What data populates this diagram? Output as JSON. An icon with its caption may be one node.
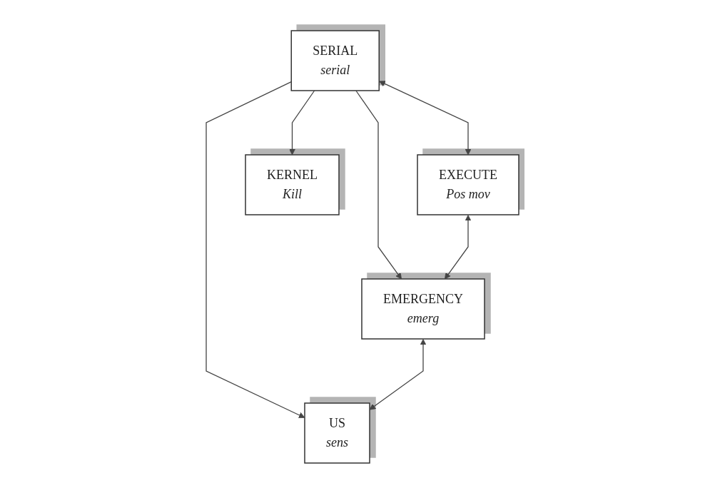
{
  "diagram": {
    "nodes": [
      {
        "text": [
          "SERIAL",
          "serial"
        ]
      },
      {
        "text": [
          "EXECUTE",
          "Pos mov"
        ]
      },
      {
        "text": [
          "KERNEL",
          "Kill"
        ]
      },
      {
        "text": [
          "US",
          "sens"
        ]
      },
      {
        "text": [
          "EMERGENCY",
          "emerg"
        ]
      }
    ],
    "edges": [
      {
        "from": 0,
        "to": 1,
        "arrow": "both"
      },
      {
        "from": 0,
        "to": 2,
        "arrow": "to"
      },
      {
        "from": 0,
        "to": 4,
        "arrow": "to"
      },
      {
        "from": 0,
        "to": 3,
        "arrow": "to"
      },
      {
        "from": 1,
        "to": 4,
        "arrow": "both"
      },
      {
        "from": 4,
        "to": 3,
        "arrow": "both"
      }
    ]
  }
}
